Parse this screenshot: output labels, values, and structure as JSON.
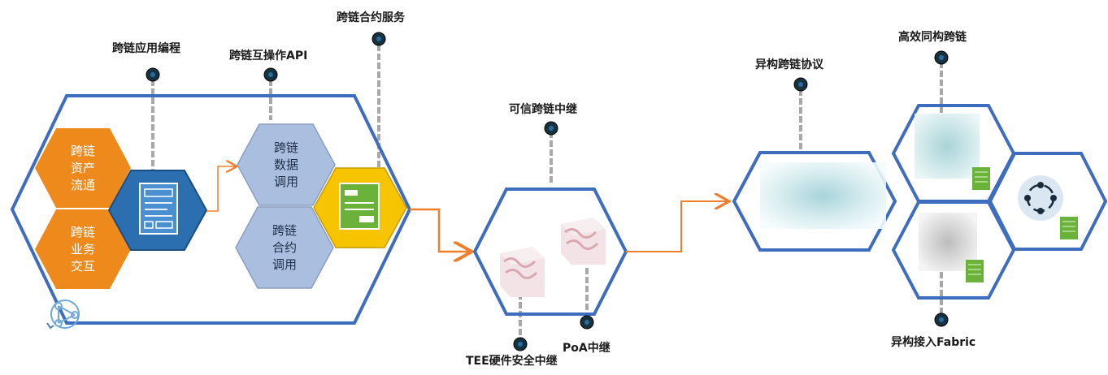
{
  "colors": {
    "frame_blue": "#3e6dbf",
    "orange": "#ee8a1c",
    "orange_arrow": "#f07f2a",
    "doc_blue": "#2c6fb0",
    "light_blue": "#aabfdf",
    "yellow": "#f6c400",
    "green": "#6ab23a",
    "pin": "#16323f"
  },
  "callouts": {
    "app_programming": "跨链应用编程",
    "interop_api": "跨链互操作API",
    "contract_service": "跨链合约服务",
    "trusted_relay": "可信跨链中继",
    "tee_relay": "TEE硬件安全中继",
    "poa_relay": "PoA中继",
    "hetero_protocol": "异构跨链协议",
    "homo_crosschain": "高效同构跨链",
    "fabric_access": "异构接入Fabric"
  },
  "cells": {
    "asset_flow": "跨链\n资产\n流通",
    "business_interact": "跨链\n业务\n交互",
    "data_call": "跨链\n数据\n调用",
    "contract_call": "跨链\n合约\n调用"
  },
  "icons": {
    "app_doc": "document-icon",
    "contract_doc": "contract-document-icon",
    "network": "network-share-icon",
    "relay_box_1": "relay-box-icon",
    "relay_box_2": "relay-box-icon",
    "consensus": "consensus-circle-icon",
    "green_block": "block-icon"
  }
}
